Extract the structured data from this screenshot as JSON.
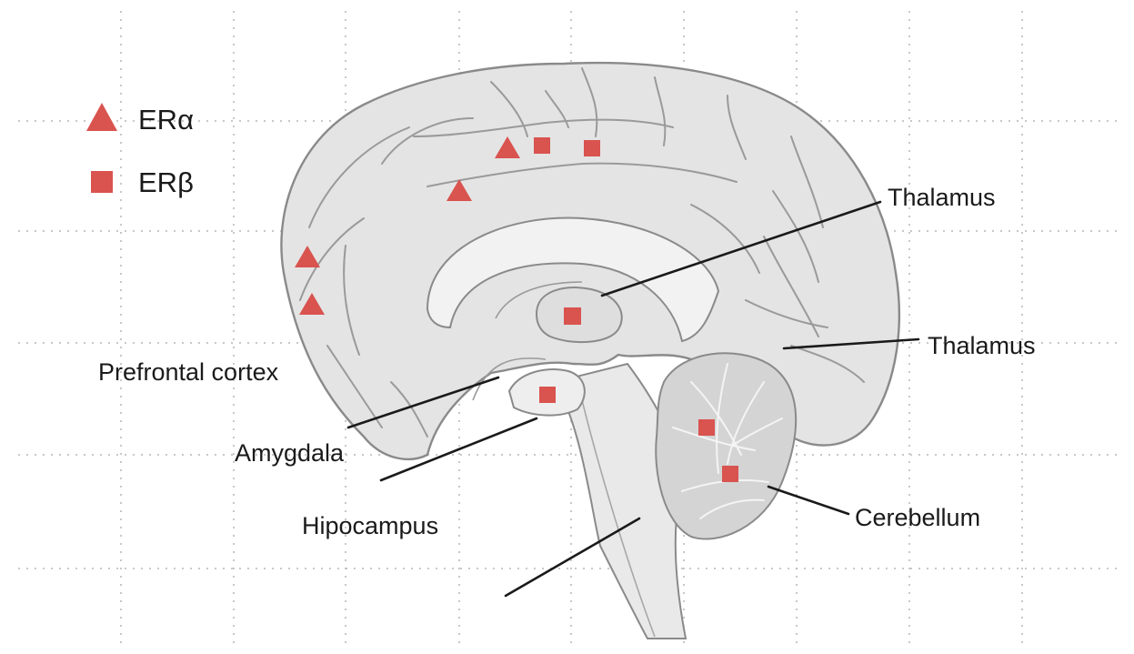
{
  "legend": [
    {
      "symbol": "triangle",
      "label": "ERα"
    },
    {
      "symbol": "square",
      "label": "ERβ"
    }
  ],
  "labels": {
    "thalamus_upper": "Thalamus",
    "thalamus_lower": "Thalamus",
    "prefrontal_cortex": "Prefrontal cortex",
    "amygdala": "Amygdala",
    "hipocampus": "Hipocampus",
    "cerebellum": "Cerebellum"
  },
  "marker_color": "#d9534f",
  "brain_fill": "#e4e4e4",
  "brain_stroke": "#8a8a8a",
  "grid_color": "#b5b5b5"
}
